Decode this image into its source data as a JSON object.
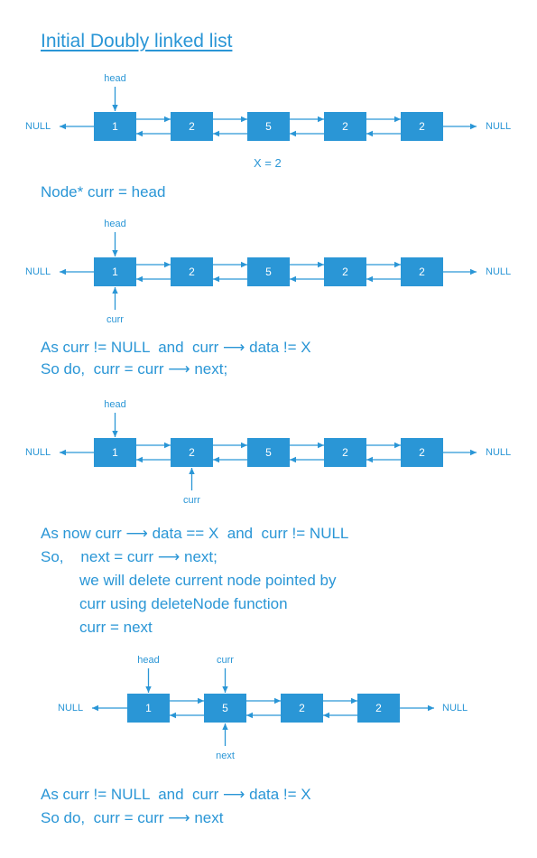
{
  "title": "Initial Doubly linked list",
  "null_label": "NULL",
  "x_label": "X = 2",
  "colors": {
    "accent": "#2a96d6",
    "node_text": "#ffffff"
  },
  "steps": {
    "s1": "Node* curr = head",
    "s2a": "As curr != NULL  and  curr ⟶ data != X",
    "s2b": "So do,  curr = curr ⟶ next;",
    "s3a": "As now curr ⟶ data == X  and  curr != NULL",
    "s3b": "So,    next = curr ⟶ next;",
    "s3c": "we will delete current node pointed by",
    "s3d": "curr using deleteNode function",
    "s3e": "curr = next",
    "s4a": "As curr != NULL  and  curr ⟶ data != X",
    "s4b": "So do,  curr = curr ⟶ next"
  },
  "lists": [
    {
      "nodes": [
        "1",
        "2",
        "5",
        "2",
        "2"
      ],
      "pointers_above": [
        {
          "label": "head",
          "node": 0
        }
      ],
      "pointers_below": []
    },
    {
      "nodes": [
        "1",
        "2",
        "5",
        "2",
        "2"
      ],
      "pointers_above": [
        {
          "label": "head",
          "node": 0
        }
      ],
      "pointers_below": [
        {
          "label": "curr",
          "node": 0
        }
      ]
    },
    {
      "nodes": [
        "1",
        "2",
        "5",
        "2",
        "2"
      ],
      "pointers_above": [
        {
          "label": "head",
          "node": 0
        }
      ],
      "pointers_below": [
        {
          "label": "curr",
          "node": 1
        }
      ]
    },
    {
      "nodes": [
        "1",
        "5",
        "2",
        "2"
      ],
      "pointers_above": [
        {
          "label": "head",
          "node": 0
        },
        {
          "label": "curr",
          "node": 1
        }
      ],
      "pointers_below": [
        {
          "label": "next",
          "node": 1
        }
      ]
    }
  ]
}
